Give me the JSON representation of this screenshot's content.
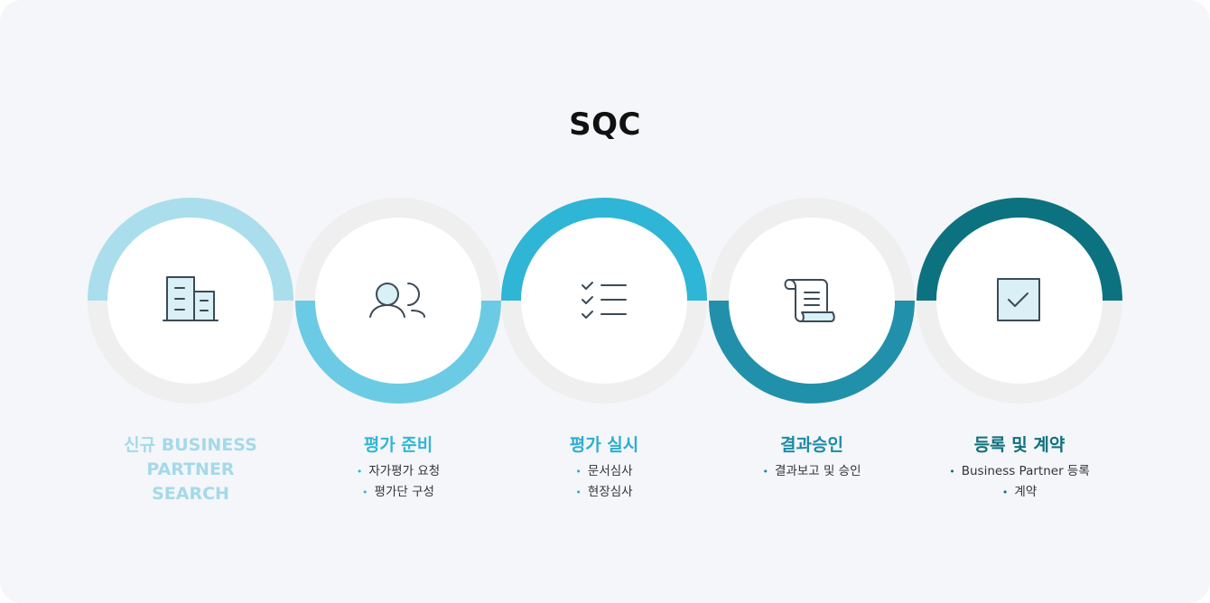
{
  "title": "SQC",
  "steps": [
    {
      "icon": "building-icon",
      "title": "신규 BUSINESS PARTNER SEARCH",
      "color": "#aadeec",
      "title_color": "#a5d9e8",
      "bullets": []
    },
    {
      "icon": "users-icon",
      "title": "평가 준비",
      "color": "#6ccbe4",
      "title_color": "#33b5d7",
      "bullets": [
        "자가평가 요청",
        "평가단 구성"
      ]
    },
    {
      "icon": "checklist-icon",
      "title": "평가 실시",
      "color": "#2fb5d6",
      "title_color": "#2aaed0",
      "bullets": [
        "문서심사",
        "현장심사"
      ]
    },
    {
      "icon": "document-scroll-icon",
      "title": "결과승인",
      "color": "#2190ab",
      "title_color": "#1c8aa6",
      "bullets": [
        "결과보고 및 승인"
      ]
    },
    {
      "icon": "checkbox-icon",
      "title": "등록 및 계약",
      "color": "#0d727f",
      "title_color": "#0d6f7c",
      "bullets": [
        "Business Partner 등록",
        "계약"
      ]
    }
  ]
}
